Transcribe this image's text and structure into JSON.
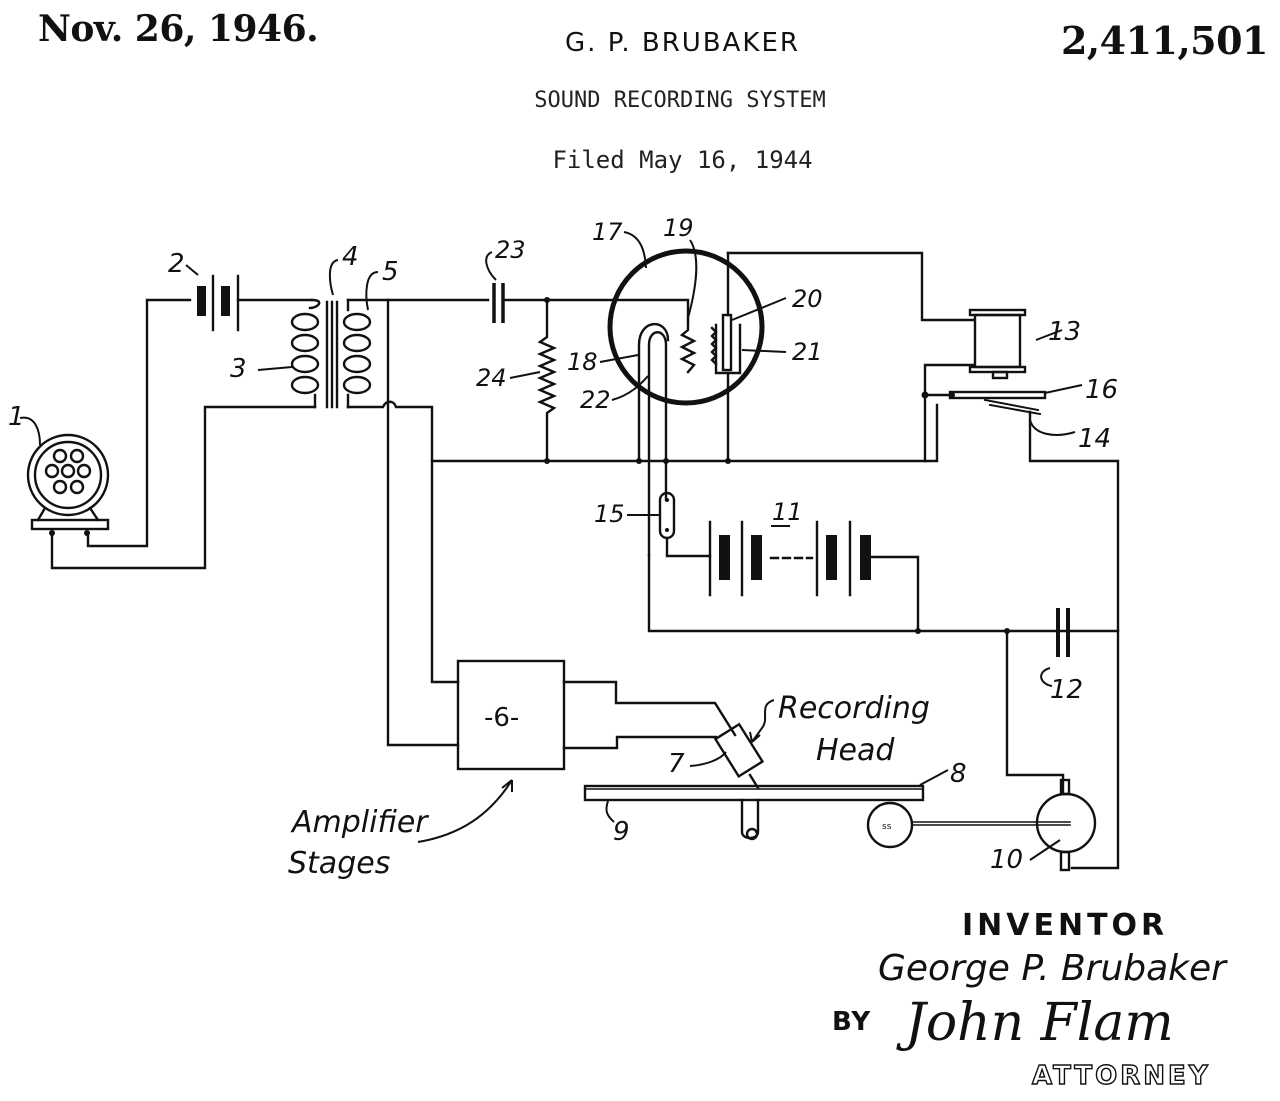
{
  "header": {
    "issue_date": "Nov. 26, 1946.",
    "inventor_name": "G. P. BRUBAKER",
    "patent_number": "2,411,501",
    "title": "SOUND RECORDING SYSTEM",
    "filed": "Filed May 16, 1944"
  },
  "components": [
    {
      "ref": "1",
      "name": "microphone"
    },
    {
      "ref": "2",
      "name": "battery"
    },
    {
      "ref": "3",
      "name": "primary-winding"
    },
    {
      "ref": "4",
      "name": "transformer"
    },
    {
      "ref": "5",
      "name": "secondary-winding"
    },
    {
      "ref": "6",
      "name": "amplifier"
    },
    {
      "ref": "7",
      "name": "recording-head"
    },
    {
      "ref": "8",
      "name": "record-disc"
    },
    {
      "ref": "9",
      "name": "turntable"
    },
    {
      "ref": "10",
      "name": "motor"
    },
    {
      "ref": "11",
      "name": "battery-bank"
    },
    {
      "ref": "12",
      "name": "capacitor"
    },
    {
      "ref": "13",
      "name": "relay-coil"
    },
    {
      "ref": "14",
      "name": "contact"
    },
    {
      "ref": "15",
      "name": "heater-element"
    },
    {
      "ref": "16",
      "name": "armature"
    },
    {
      "ref": "17",
      "name": "tube-envelope"
    },
    {
      "ref": "18",
      "name": "shield"
    },
    {
      "ref": "19",
      "name": "grid"
    },
    {
      "ref": "20",
      "name": "anode"
    },
    {
      "ref": "21",
      "name": "cathode"
    },
    {
      "ref": "22",
      "name": "thermal-rod"
    },
    {
      "ref": "23",
      "name": "coupling-capacitor"
    },
    {
      "ref": "24",
      "name": "grid-resistor"
    }
  ],
  "annotations": {
    "amplifier_label_line1": "Amplifier",
    "amplifier_label_line2": "Stages",
    "head_label_line1": "Recording",
    "head_label_line2": "Head",
    "amp_box_label": "-6-"
  },
  "signature": {
    "inventor_heading": "INVENTOR",
    "inventor_signature": "George P. Brubaker",
    "by_label": "BY",
    "attorney_signature": "John Flam",
    "attorney_label": "ATTORNEY"
  }
}
